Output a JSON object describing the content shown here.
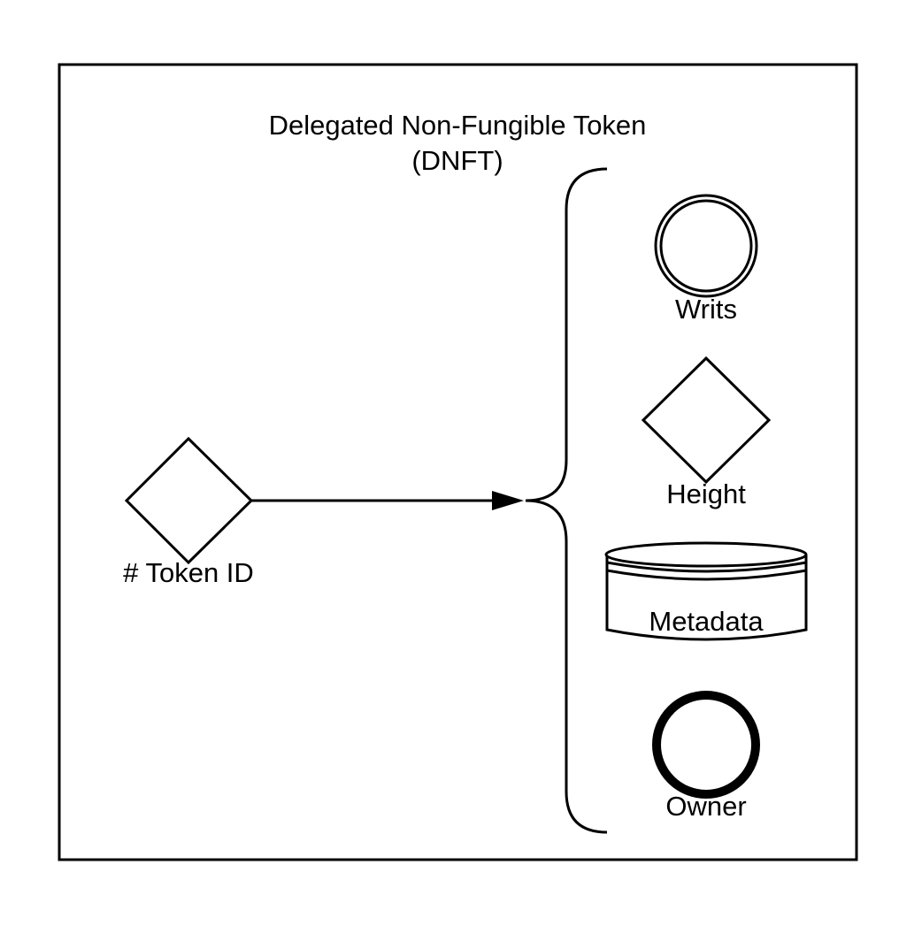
{
  "diagram": {
    "title_line1": "Delegated Non-Fungible Token",
    "title_line2": "(DNFT)",
    "source_node": {
      "label": "# Token ID",
      "shape": "diamond"
    },
    "target_nodes": [
      {
        "label": "Writs",
        "shape": "double-circle"
      },
      {
        "label": "Height",
        "shape": "diamond"
      },
      {
        "label": "Metadata",
        "shape": "database-cylinder"
      },
      {
        "label": "Owner",
        "shape": "thick-circle"
      }
    ],
    "connector": "arrow-into-curly-brace",
    "stroke_color": "#000000",
    "background_color": "#ffffff"
  }
}
